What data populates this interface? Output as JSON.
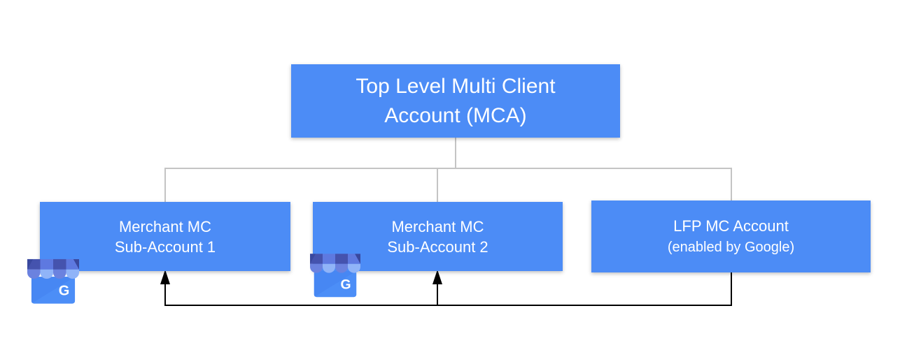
{
  "diagram": {
    "background": "#FFFFFF",
    "colors": {
      "node_fill": "#4C8CF6",
      "node_text": "#FFFFFF",
      "hierarchy_line": "#C4C4C4",
      "flow_arrow": "#000000",
      "icon_body": "#4C8EF7",
      "icon_fold": "#4787F3",
      "icon_awning_dark": "#4553AE",
      "icon_awning_medium": "#5E79E0",
      "icon_awning_corner": "#39489E",
      "icon_scallop_slate": "#6B82DF",
      "icon_scallop_light": "#90B4F8"
    },
    "nodes": {
      "mca": {
        "lines": [
          "Top Level Multi Client",
          "Account (MCA)"
        ]
      },
      "sub1": {
        "lines": [
          "Merchant MC",
          "Sub-Account 1"
        ]
      },
      "sub2": {
        "lines": [
          "Merchant MC",
          "Sub-Account 2"
        ]
      },
      "lfp": {
        "lines": [
          "LFP MC Account",
          "(enabled by Google)"
        ]
      }
    },
    "icons": {
      "business_profile_letter": "G"
    }
  }
}
